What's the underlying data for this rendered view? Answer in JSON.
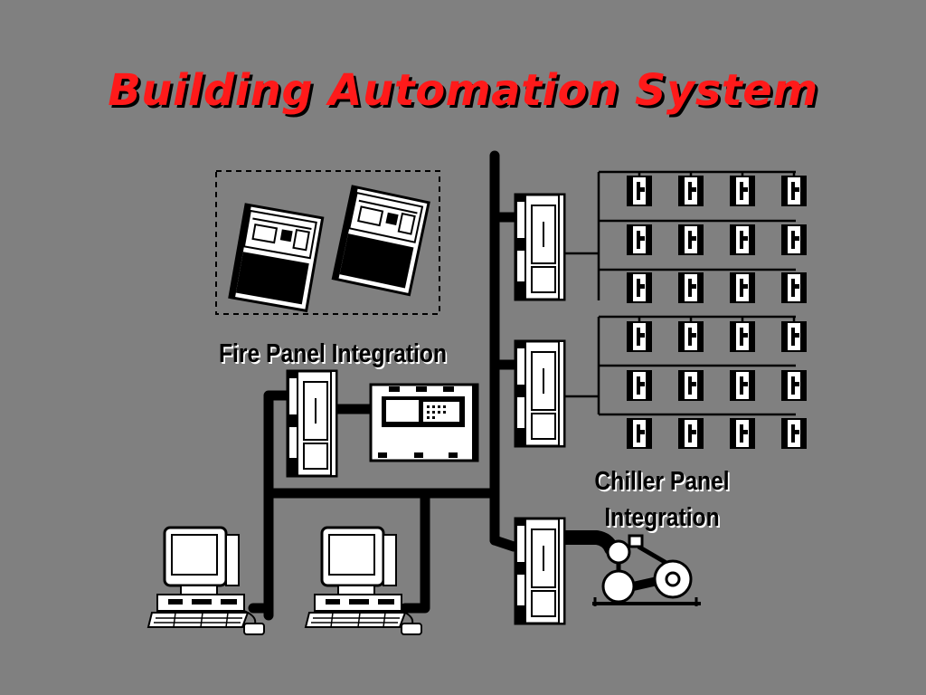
{
  "title": "Building Automation System",
  "labels": {
    "fire_panel_integration": "Fire Panel Integration",
    "chiller_panel_line1": "Chiller Panel",
    "chiller_panel_line2": "Integration"
  },
  "colors": {
    "background": "#808080",
    "title": "#ff1a1a",
    "line": "#000000",
    "device": "#ffffff"
  }
}
